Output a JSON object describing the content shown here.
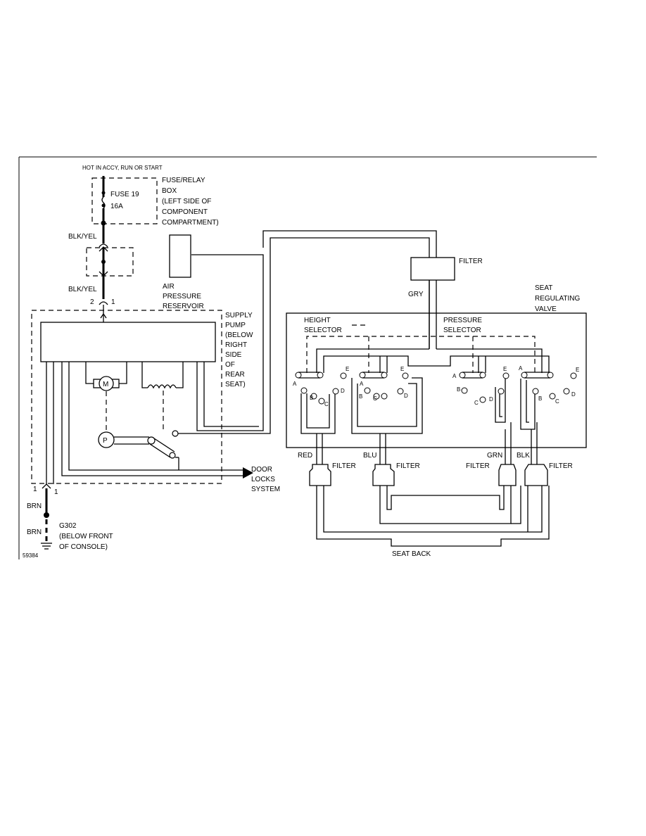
{
  "header": {
    "power_label": "HOT IN ACCY, RUN OR START"
  },
  "fuse_box": {
    "fuse_label": "FUSE 19",
    "fuse_rating": "16A",
    "box_lines": [
      "FUSE/RELAY",
      "BOX",
      "(LEFT SIDE OF",
      "COMPONENT",
      "COMPARTMENT)"
    ]
  },
  "wires": {
    "blk_yel_top": "BLK/YEL",
    "blk_yel_bottom": "BLK/YEL",
    "brn_top": "BRN",
    "brn_bottom": "BRN",
    "red": "RED",
    "blu": "BLU",
    "grn": "GRN",
    "blk": "BLK",
    "gry": "GRY"
  },
  "connectors": {
    "top_pin_2": "2",
    "top_pin_1": "1",
    "bottom_pin_1_left": "1",
    "bottom_pin_1_right": "1"
  },
  "reservoir": {
    "lines": [
      "AIR",
      "PRESSURE",
      "RESERVOIR"
    ]
  },
  "pump": {
    "lines": [
      "SUPPLY",
      "PUMP",
      "(BELOW",
      "RIGHT",
      "SIDE",
      "OF",
      "REAR",
      "SEAT)"
    ],
    "motor_symbol": "M",
    "pump_symbol": "P"
  },
  "door_locks": {
    "lines": [
      "DOOR",
      "LOCKS",
      "SYSTEM"
    ]
  },
  "ground": {
    "lines": [
      "G302",
      "(BELOW FRONT",
      "OF CONSOLE)"
    ]
  },
  "filter_label": "FILTER",
  "valve": {
    "lines": [
      "SEAT",
      "REGULATING",
      "VALVE"
    ],
    "height_selector": [
      "HEIGHT",
      "SELECTOR"
    ],
    "pressure_selector": [
      "PRESSURE",
      "SELECTOR"
    ],
    "ports": [
      "A",
      "B",
      "C",
      "D",
      "E"
    ]
  },
  "seat_back": "SEAT BACK",
  "figure_id": "59384"
}
